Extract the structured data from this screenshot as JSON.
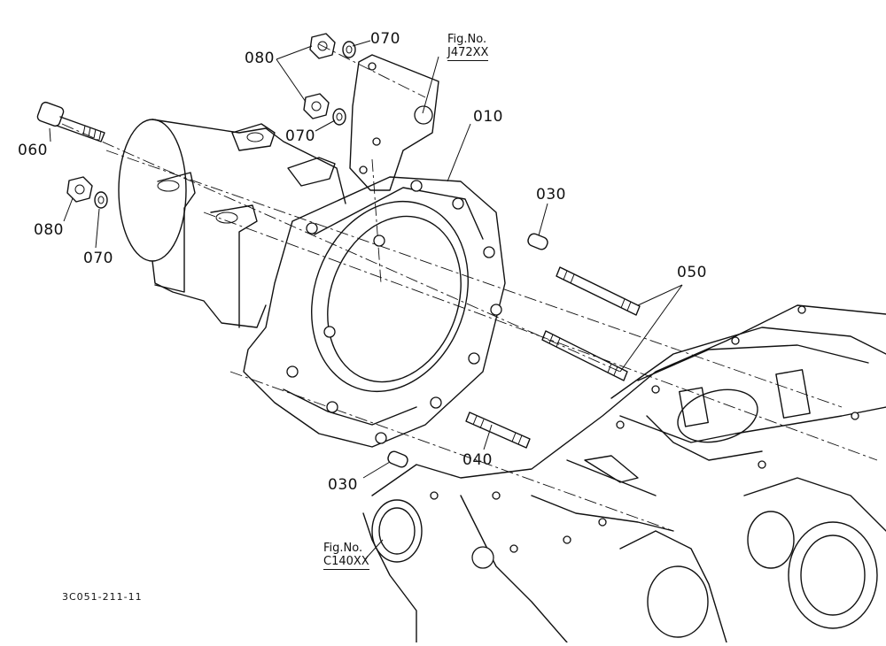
{
  "diagram": {
    "callouts": {
      "c070_top": "070",
      "c080_top": "080",
      "c070_mid": "070",
      "c060": "060",
      "c010": "010",
      "c030_top": "030",
      "c050": "050",
      "c080_left": "080",
      "c070_left": "070",
      "c040": "040",
      "c030_bottom": "030"
    },
    "fig_refs": {
      "top": {
        "caption": "Fig.No.",
        "ref": "J472XX"
      },
      "bottom": {
        "caption": "Fig.No.",
        "ref": "C140XX"
      }
    },
    "drawing_code": "3C051-211-11"
  }
}
